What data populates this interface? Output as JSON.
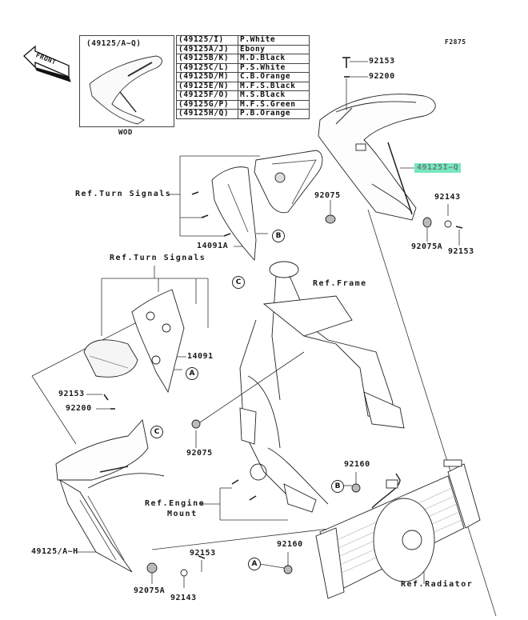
{
  "figure_id": "F2875",
  "front_indicator": "FRONT",
  "variant_box": {
    "title": "(49125/A~Q)",
    "caption": "WOD"
  },
  "color_table": [
    {
      "code": "(49125/I)",
      "color": "P.White"
    },
    {
      "code": "(49125A/J)",
      "color": "Ebony"
    },
    {
      "code": "(49125B/K)",
      "color": "M.D.Black"
    },
    {
      "code": "(49125C/L)",
      "color": "P.S.White"
    },
    {
      "code": "(49125D/M)",
      "color": "C.B.Orange"
    },
    {
      "code": "(49125E/N)",
      "color": "M.F.S.Black"
    },
    {
      "code": "(49125F/O)",
      "color": "M.S.Black"
    },
    {
      "code": "(49125G/P)",
      "color": "M.F.S.Green"
    },
    {
      "code": "(49125H/Q)",
      "color": "P.B.Orange"
    }
  ],
  "part_labels": {
    "p92153_top": "92153",
    "p92200_top": "92200",
    "p49125_right": "49125I~Q",
    "p92075_upper": "92075",
    "p92143_right": "92143",
    "p92075A_right": "92075A",
    "p92153_right": "92153",
    "p14091A": "14091A",
    "p14091": "14091",
    "p92153_left": "92153",
    "p92200_left": "92200",
    "p92075_mid": "92075",
    "p92160_upper": "92160",
    "p92160_lower": "92160",
    "p49125_left": "49125/A~H",
    "p92153_bottom": "92153",
    "p92075A_bottom": "92075A",
    "p92143_bottom": "92143"
  },
  "reference_labels": {
    "turn_signals_upper": "Ref.Turn Signals",
    "turn_signals_lower": "Ref.Turn Signals",
    "frame": "Ref.Frame",
    "engine_mount_line1": "Ref.Engine",
    "engine_mount_line2": "Mount",
    "radiator": "Ref.Radiator"
  },
  "callouts": {
    "A": "A",
    "B": "B",
    "C": "C"
  },
  "colors": {
    "highlight": "#5fe3b3",
    "line": "#222222"
  }
}
